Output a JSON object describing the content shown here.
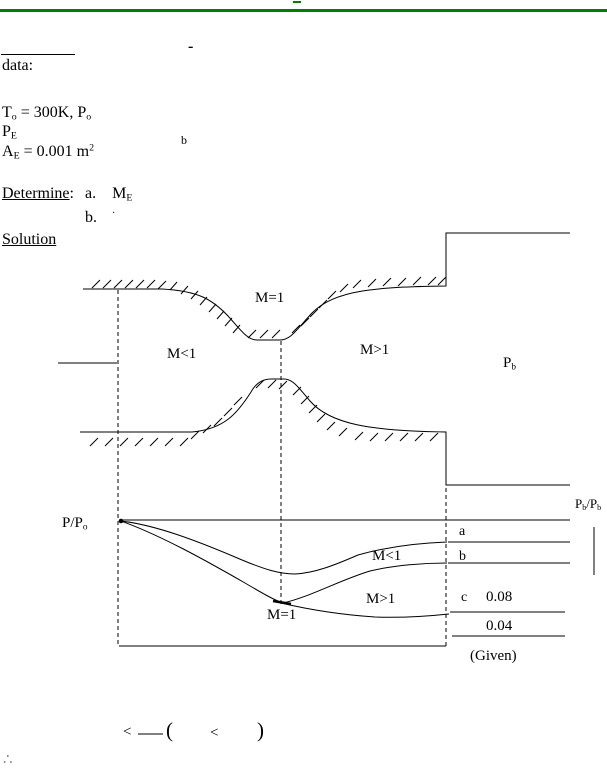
{
  "colors": {
    "accent_green": "#008000",
    "ink": "#000000",
    "therefore_gray": "#8c8c8c"
  },
  "problem": {
    "data_label": "data:",
    "stray_dash": "-",
    "t_base": "T",
    "t_sub": "o",
    "t_rest": " = 300K, P",
    "t_sub2": "o",
    "p_base": "P",
    "p_sub": "E",
    "stray_b": "b",
    "a_base": "A",
    "a_sub": "E",
    "a_mid": " = 0.001 m",
    "a_sup": "2",
    "determine_label": "Determine",
    "determine_colon": ":",
    "item_a": "a.",
    "me_base": "M",
    "me_sub": "E",
    "item_b": "b.",
    "item_b_dot": "·",
    "solution_label": "Solution"
  },
  "nozzle": {
    "m_eq_1": "M=1",
    "m_lt_1": "M<1",
    "m_gt_1": "M>1",
    "pb_base": "P",
    "pb_sub": "b"
  },
  "graph": {
    "ylabel_base": "P/P",
    "ylabel_sub": "o",
    "right_label_p1": "P",
    "right_label_s1": "b",
    "right_label_p2": "/P",
    "right_label_s2": "b",
    "level_a": "a",
    "level_b": "b",
    "level_c": "c",
    "value_c": "0.08",
    "value_d": "0.04",
    "given": "(Given)",
    "m_lt_1": "M<1",
    "m_gt_1": "M>1",
    "m_eq_1": "M=1"
  },
  "footer": {
    "lt1": "<",
    "paren_open": "(",
    "lt2": "<",
    "paren_close": ")",
    "therefore": "∴"
  }
}
